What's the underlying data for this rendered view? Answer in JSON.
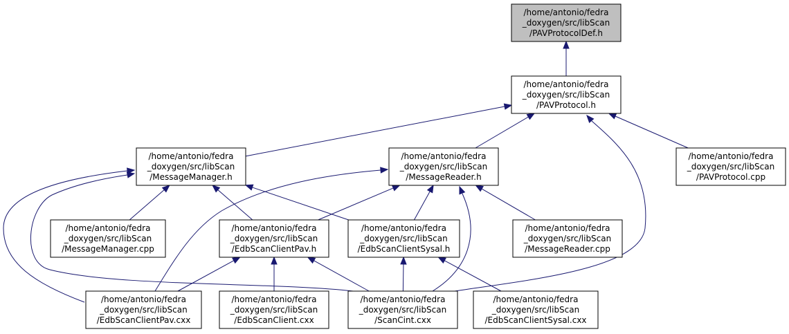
{
  "colors": {
    "edge": "#191970",
    "highlight_fill": "#bfbfbf",
    "node_fill": "#ffffff",
    "node_border": "#000000"
  },
  "nodes": [
    {
      "id": "pavprotocoldef-h",
      "lines": [
        "/home/antonio/fedra",
        "_doxygen/src/libScan",
        "/PAVProtocolDef.h"
      ],
      "highlight": true
    },
    {
      "id": "pavprotocol-h",
      "lines": [
        "/home/antonio/fedra",
        "_doxygen/src/libScan",
        "/PAVProtocol.h"
      ]
    },
    {
      "id": "messagemanager-h",
      "lines": [
        "/home/antonio/fedra",
        "_doxygen/src/libScan",
        "/MessageManager.h"
      ]
    },
    {
      "id": "messagereader-h",
      "lines": [
        "/home/antonio/fedra",
        "_doxygen/src/libScan",
        "/MessageReader.h"
      ]
    },
    {
      "id": "pavprotocol-cpp",
      "lines": [
        "/home/antonio/fedra",
        "_doxygen/src/libScan",
        "/PAVProtocol.cpp"
      ]
    },
    {
      "id": "messagemanager-cpp",
      "lines": [
        "/home/antonio/fedra",
        "_doxygen/src/libScan",
        "/MessageManager.cpp"
      ]
    },
    {
      "id": "edbscanclientpav-h",
      "lines": [
        "/home/antonio/fedra",
        "_doxygen/src/libScan",
        "/EdbScanClientPav.h"
      ]
    },
    {
      "id": "edbscanclientsysal-h",
      "lines": [
        "/home/antonio/fedra",
        "_doxygen/src/libScan",
        "/EdbScanClientSysal.h"
      ]
    },
    {
      "id": "messagereader-cpp",
      "lines": [
        "/home/antonio/fedra",
        "_doxygen/src/libScan",
        "/MessageReader.cpp"
      ]
    },
    {
      "id": "edbscanclientpav-cxx",
      "lines": [
        "/home/antonio/fedra",
        "_doxygen/src/libScan",
        "/EdbScanClientPav.cxx"
      ]
    },
    {
      "id": "edbscanclient-cxx",
      "lines": [
        "/home/antonio/fedra",
        "_doxygen/src/libScan",
        "/EdbScanClient.cxx"
      ]
    },
    {
      "id": "scancint-cxx",
      "lines": [
        "/home/antonio/fedra",
        "_doxygen/src/libScan",
        "/ScanCint.cxx"
      ]
    },
    {
      "id": "edbscanclientsysal-cxx",
      "lines": [
        "/home/antonio/fedra",
        "_doxygen/src/libScan",
        "/EdbScanClientSysal.cxx"
      ]
    }
  ],
  "edges": [
    {
      "from": "pavprotocol-h",
      "to": "pavprotocoldef-h"
    },
    {
      "from": "messagemanager-h",
      "to": "pavprotocol-h"
    },
    {
      "from": "messagereader-h",
      "to": "pavprotocol-h"
    },
    {
      "from": "pavprotocol-cpp",
      "to": "pavprotocol-h"
    },
    {
      "from": "scancint-cxx",
      "to": "pavprotocol-h"
    },
    {
      "from": "messagemanager-cpp",
      "to": "messagemanager-h"
    },
    {
      "from": "edbscanclientpav-h",
      "to": "messagemanager-h"
    },
    {
      "from": "edbscanclientsysal-h",
      "to": "messagemanager-h"
    },
    {
      "from": "edbscanclientpav-cxx",
      "to": "messagemanager-h"
    },
    {
      "from": "scancint-cxx",
      "to": "messagemanager-h"
    },
    {
      "from": "edbscanclientpav-h",
      "to": "messagereader-h"
    },
    {
      "from": "edbscanclientsysal-h",
      "to": "messagereader-h"
    },
    {
      "from": "messagereader-cpp",
      "to": "messagereader-h"
    },
    {
      "from": "edbscanclientpav-cxx",
      "to": "messagereader-h"
    },
    {
      "from": "scancint-cxx",
      "to": "messagereader-h"
    },
    {
      "from": "edbscanclientpav-cxx",
      "to": "edbscanclientpav-h"
    },
    {
      "from": "edbscanclient-cxx",
      "to": "edbscanclientpav-h"
    },
    {
      "from": "scancint-cxx",
      "to": "edbscanclientpav-h"
    },
    {
      "from": "scancint-cxx",
      "to": "edbscanclientsysal-h"
    },
    {
      "from": "edbscanclientsysal-cxx",
      "to": "edbscanclientsysal-h"
    }
  ]
}
